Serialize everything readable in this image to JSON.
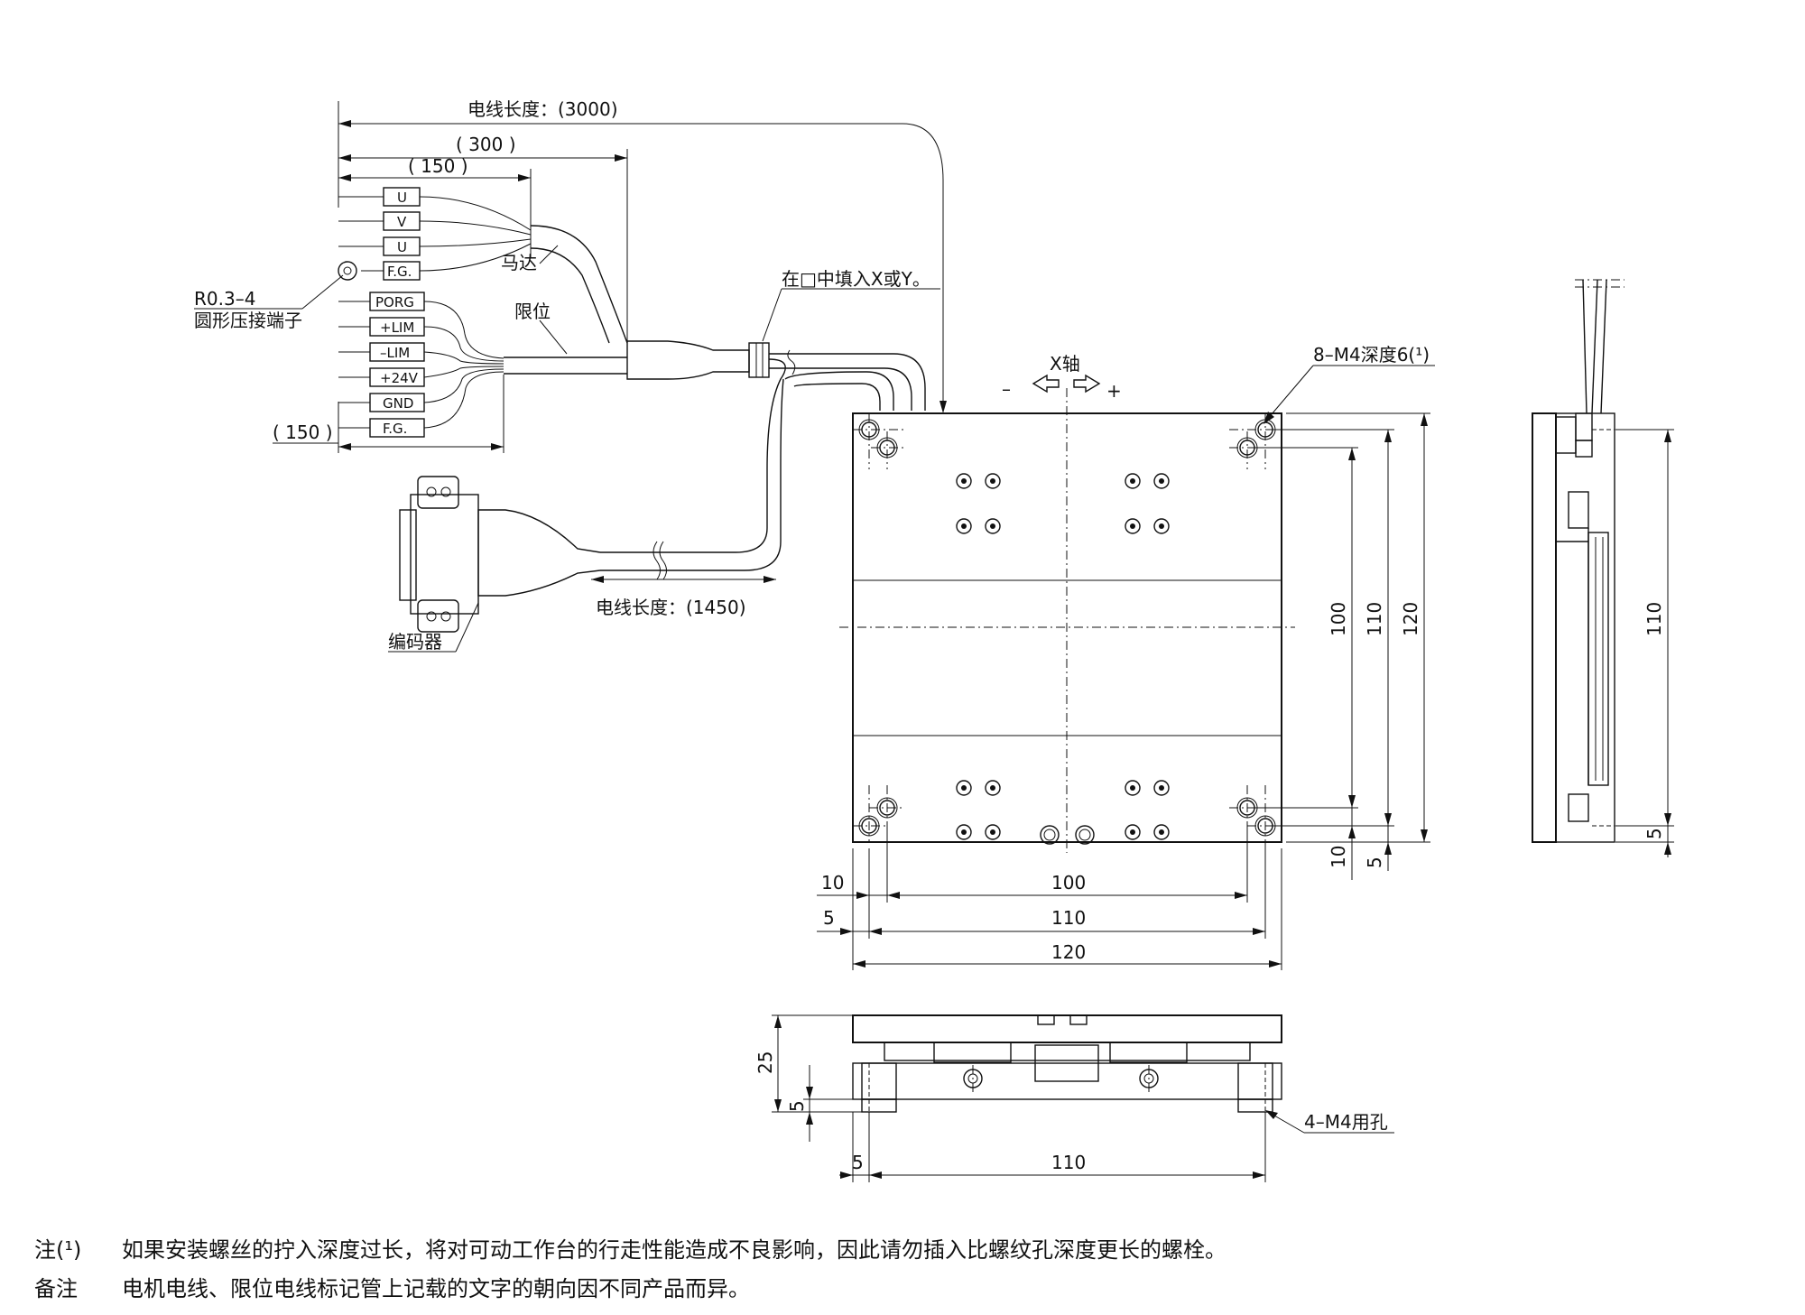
{
  "cable": {
    "length_main": "电线长度：(3000)",
    "length_300": "( 300 )",
    "length_150_top": "( 150 )",
    "length_150_bottom": "( 150 )",
    "length_encoder": "电线长度：(1450)",
    "motor_label": "马达",
    "limit_label": "限位",
    "encoder_label": "编码器",
    "terminal_spec": "R0.3–4",
    "terminal_name": "圆形压接端子",
    "fill_note": "在□中填入X或Y。",
    "motor_wires": [
      "U",
      "V",
      "U",
      "F.G."
    ],
    "limit_wires": [
      "PORG",
      "+LIM",
      "–LIM",
      "+24V",
      "GND",
      "F.G."
    ]
  },
  "top_view": {
    "axis_label": "X轴",
    "minus": "–",
    "plus": "+",
    "hole_spec": "8–M4深度6(¹)",
    "dim_h": {
      "d10": "10",
      "d100": "100",
      "d5": "5",
      "d110": "110",
      "d120": "120"
    },
    "dim_v": {
      "d100": "100",
      "d110": "110",
      "d120": "120",
      "d10": "10",
      "d5": "5"
    }
  },
  "side_view": {
    "d110": "110",
    "d5": "5"
  },
  "front_view": {
    "d25": "25",
    "d5": "5",
    "d5_bottom": "5",
    "d110": "110",
    "hole_spec": "4–M4用孔"
  },
  "notes": [
    {
      "tag": "注(¹)",
      "text": "如果安装螺丝的拧入深度过长，将对可动工作台的行走性能造成不良影响，因此请勿插入比螺纹孔深度更长的螺栓。"
    },
    {
      "tag": "备注",
      "text": "电机电线、限位电线标记管上记载的文字的朝向因不同产品而异。"
    }
  ]
}
